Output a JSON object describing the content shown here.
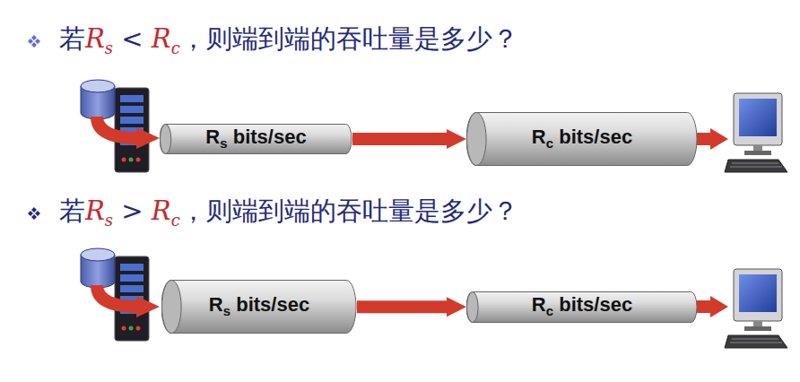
{
  "diagram": {
    "nodes": [
      {
        "text": [
          "Rs bits/sec"
        ]
      },
      {
        "text": [
          "Rc bits/sec"
        ]
      },
      {
        "text": [
          "Rs bits/sec"
        ]
      },
      {
        "text": [
          "Rc bits/sec"
        ]
      }
    ],
    "edges": [
      {
        "from": 0,
        "to": 1,
        "arrow": "to"
      },
      {
        "from": 2,
        "to": 3,
        "arrow": "to"
      }
    ],
    "labels": [
      "若Rs < Rc，则端到端的吞吐量是多少？",
      "若Rs > Rc，则端到端的吞吐量是多少？"
    ]
  }
}
